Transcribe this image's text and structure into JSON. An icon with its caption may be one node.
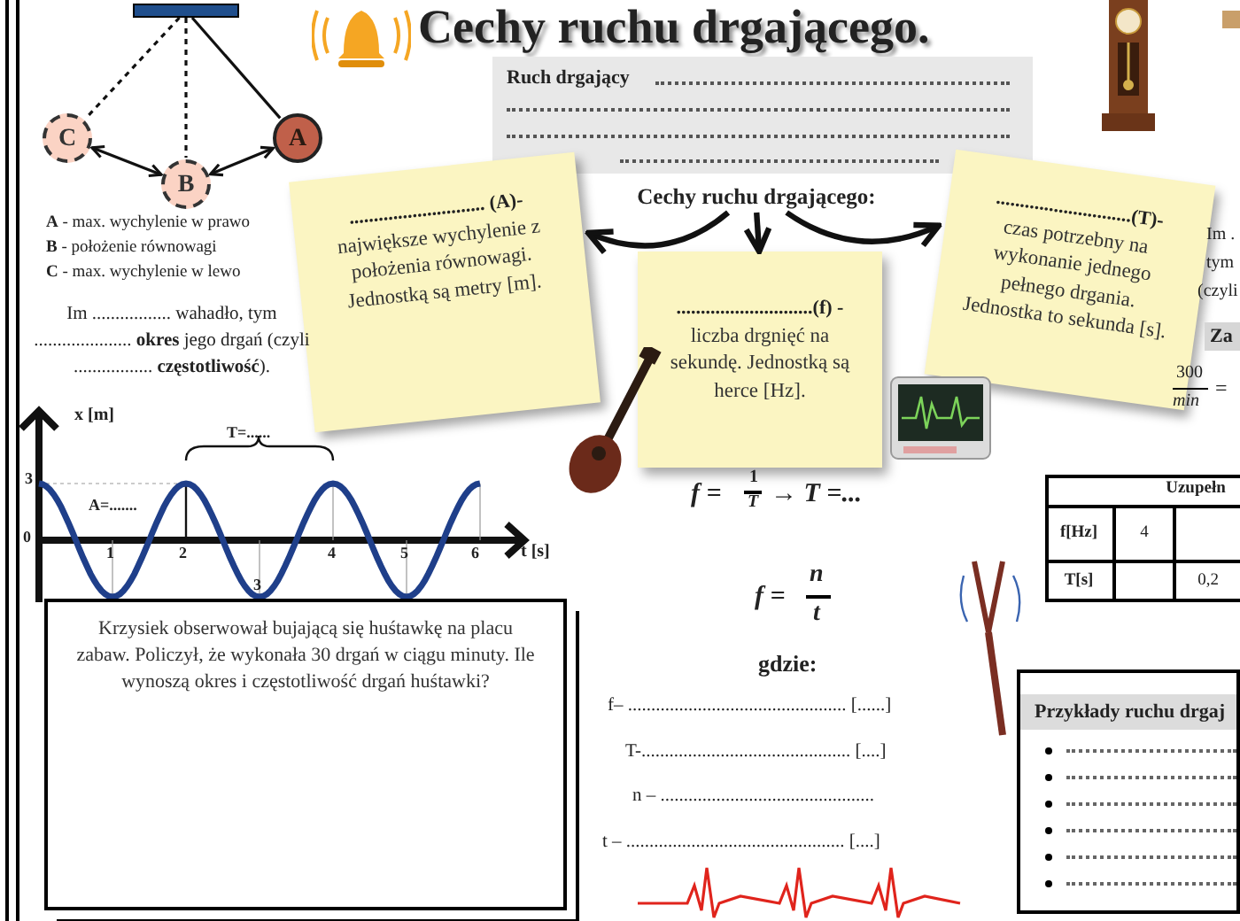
{
  "diagram": {
    "title": "Cechy ruchu drgającego.",
    "nodes": [
      {
        "text": [],
        "shape": "bar"
      },
      {
        "text": [
          "C"
        ]
      },
      {
        "text": [
          "B"
        ]
      },
      {
        "text": [
          "A"
        ]
      },
      {
        "text": [
          "Ruch drgający"
        ]
      },
      {
        "text": [
          "Cechy ruchu drgającego:"
        ]
      },
      {
        "text": [
          "............................ (A)-",
          "największe wychylenie z położenia równowagi. Jednostką są metry [m]."
        ]
      },
      {
        "text": [
          "............................(f) -",
          "liczba drgnięć na sekundę. Jednostką są herce [Hz]."
        ]
      },
      {
        "text": [
          "............................(T)-",
          "czas potrzebny na wykonanie jednego pełnego drgania. Jednostka to sekunda [s]."
        ]
      },
      {
        "text": [
          "Krzysiek obserwował bujającą się huśtawkę na placu zabaw. Policzył, że wykonała 30 drgań w ciągu minuty. Ile wynoszą okres i częstotliwość drgań huśtawki?"
        ]
      },
      {
        "text": [
          "Przykłady ruchu drgaj"
        ]
      }
    ],
    "edges": [
      {
        "from": 0,
        "to": 1,
        "arrow": "none",
        "style": "dashed"
      },
      {
        "from": 0,
        "to": 2,
        "arrow": "none",
        "style": "dashed"
      },
      {
        "from": 0,
        "to": 3,
        "arrow": "none"
      },
      {
        "from": 1,
        "to": 2,
        "arrow": "both"
      },
      {
        "from": 2,
        "to": 3,
        "arrow": "both"
      },
      {
        "from": 5,
        "to": 6,
        "arrow": "to",
        "style": "thick"
      },
      {
        "from": 5,
        "to": 7,
        "arrow": "to",
        "style": "thick"
      },
      {
        "from": 5,
        "to": 8,
        "arrow": "to",
        "style": "thick"
      }
    ],
    "labels": [
      "**A** - max. wychylenie w prawo",
      "**B** - położenie równowagi",
      "**C** - max. wychylenie w lewo",
      "Im ................. wahadło, tym ..................... **okres** jego drgań (czyli ................. **częstotliwość**).",
      "x [m]",
      "T=......",
      "3",
      "A=.......",
      "0",
      "1",
      "2",
      "3",
      "4",
      "5",
      "6",
      "t [s]",
      "f =",
      "1",
      "T",
      "→ T =...",
      "f =",
      "n",
      "t",
      "gdzie:",
      "f– ............................................... [......]",
      "T-............................................. [....]",
      "n – ..............................................",
      "t – ............................................... [....]",
      "Im .",
      "tym",
      "(czyli",
      "Za",
      "300",
      "min",
      "=",
      "Uzupełn",
      "f[Hz]",
      "4",
      "T[s]",
      "0,2"
    ]
  }
}
